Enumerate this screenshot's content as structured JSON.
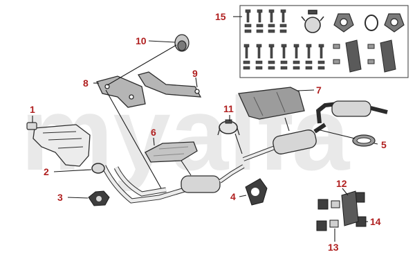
{
  "watermark": "myalfa",
  "colors": {
    "callout_text": "#b01f1f",
    "leader_line": "#1a1a1a",
    "part_outline": "#2b2b2b",
    "part_fill_light": "#ececec",
    "part_fill_mid": "#c4c4c4",
    "part_fill_dark": "#6f6f6f",
    "hardware_fill": "#4a4a4a",
    "watermark": "#e9e9e9",
    "panel_border": "#555555"
  },
  "callouts": [
    {
      "id": "1",
      "label": "1",
      "part": "manifold-gasket"
    },
    {
      "id": "2",
      "label": "2",
      "part": "flange-gasket"
    },
    {
      "id": "3",
      "label": "3",
      "part": "downpipe-mount"
    },
    {
      "id": "4",
      "label": "4",
      "part": "triangular-gasket"
    },
    {
      "id": "5",
      "label": "5",
      "part": "tailpipe-clamp-ring"
    },
    {
      "id": "6",
      "label": "6",
      "part": "front-heat-shield"
    },
    {
      "id": "7",
      "label": "7",
      "part": "rear-heat-shield"
    },
    {
      "id": "8",
      "label": "8",
      "part": "support-bracket"
    },
    {
      "id": "9",
      "label": "9",
      "part": "support-bracket-arm"
    },
    {
      "id": "10",
      "label": "10",
      "part": "rubber-bushing"
    },
    {
      "id": "11",
      "label": "11",
      "part": "pipe-clamp"
    },
    {
      "id": "12",
      "label": "12",
      "part": "rubber-hanger"
    },
    {
      "id": "13",
      "label": "13",
      "part": "hanger-spacer"
    },
    {
      "id": "14",
      "label": "14",
      "part": "hanger-washer"
    },
    {
      "id": "15",
      "label": "15",
      "part": "hardware-kit"
    }
  ]
}
